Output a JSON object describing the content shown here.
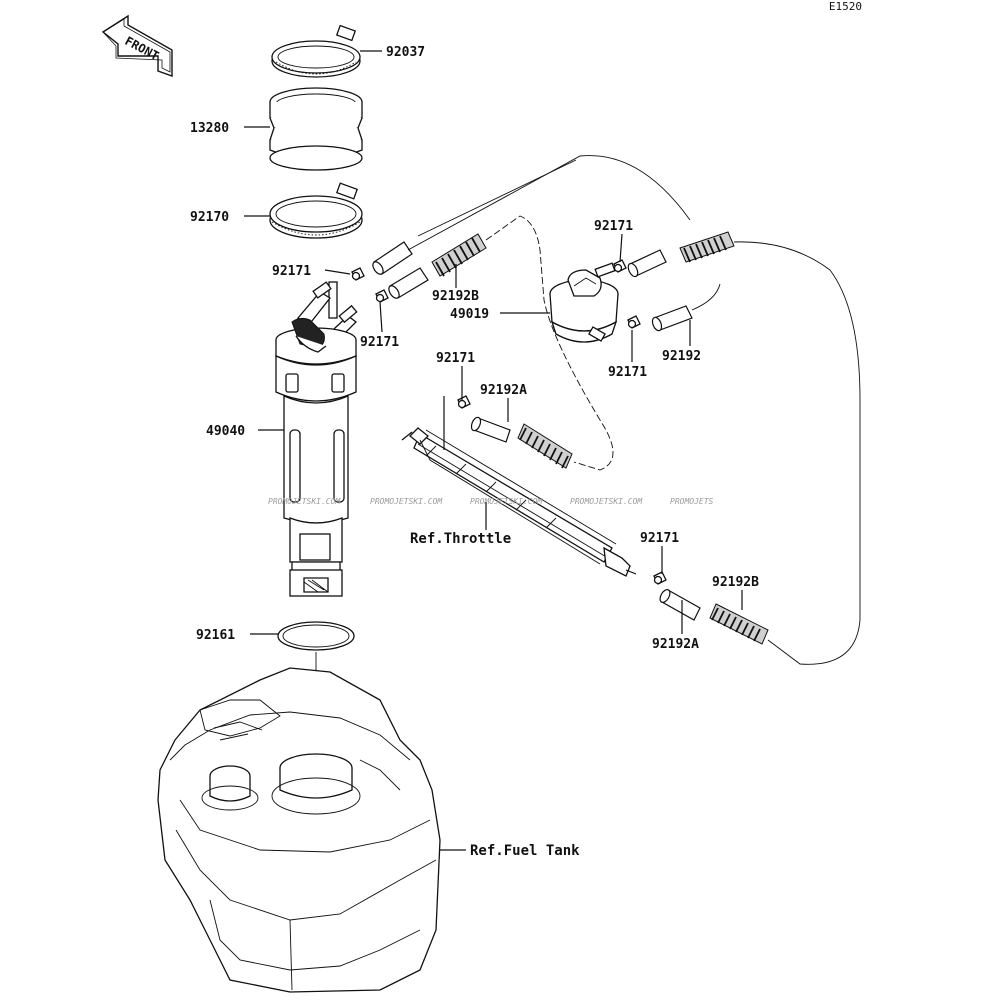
{
  "diagram_code": "E1520",
  "front_arrow_label": "FRONT",
  "watermark": "PROMOJETSKI.COM",
  "watermark_tail": "PROMOJETS",
  "labels": {
    "p92037": "92037",
    "p13280": "13280",
    "p92170": "92170",
    "p92171_a": "92171",
    "p92171_b": "92171",
    "p92171_c": "92171",
    "p92171_d": "92171",
    "p92171_e": "92171",
    "p92171_f": "92171",
    "p92192B_a": "92192B",
    "p92192B_b": "92192B",
    "p49019": "49019",
    "p92192": "92192",
    "p92192A_a": "92192A",
    "p92192A_b": "92192A",
    "p49040": "49040",
    "p92161": "92161",
    "ref_throttle": "Ref.Throttle",
    "ref_fuel_tank": "Ref.Fuel Tank"
  }
}
